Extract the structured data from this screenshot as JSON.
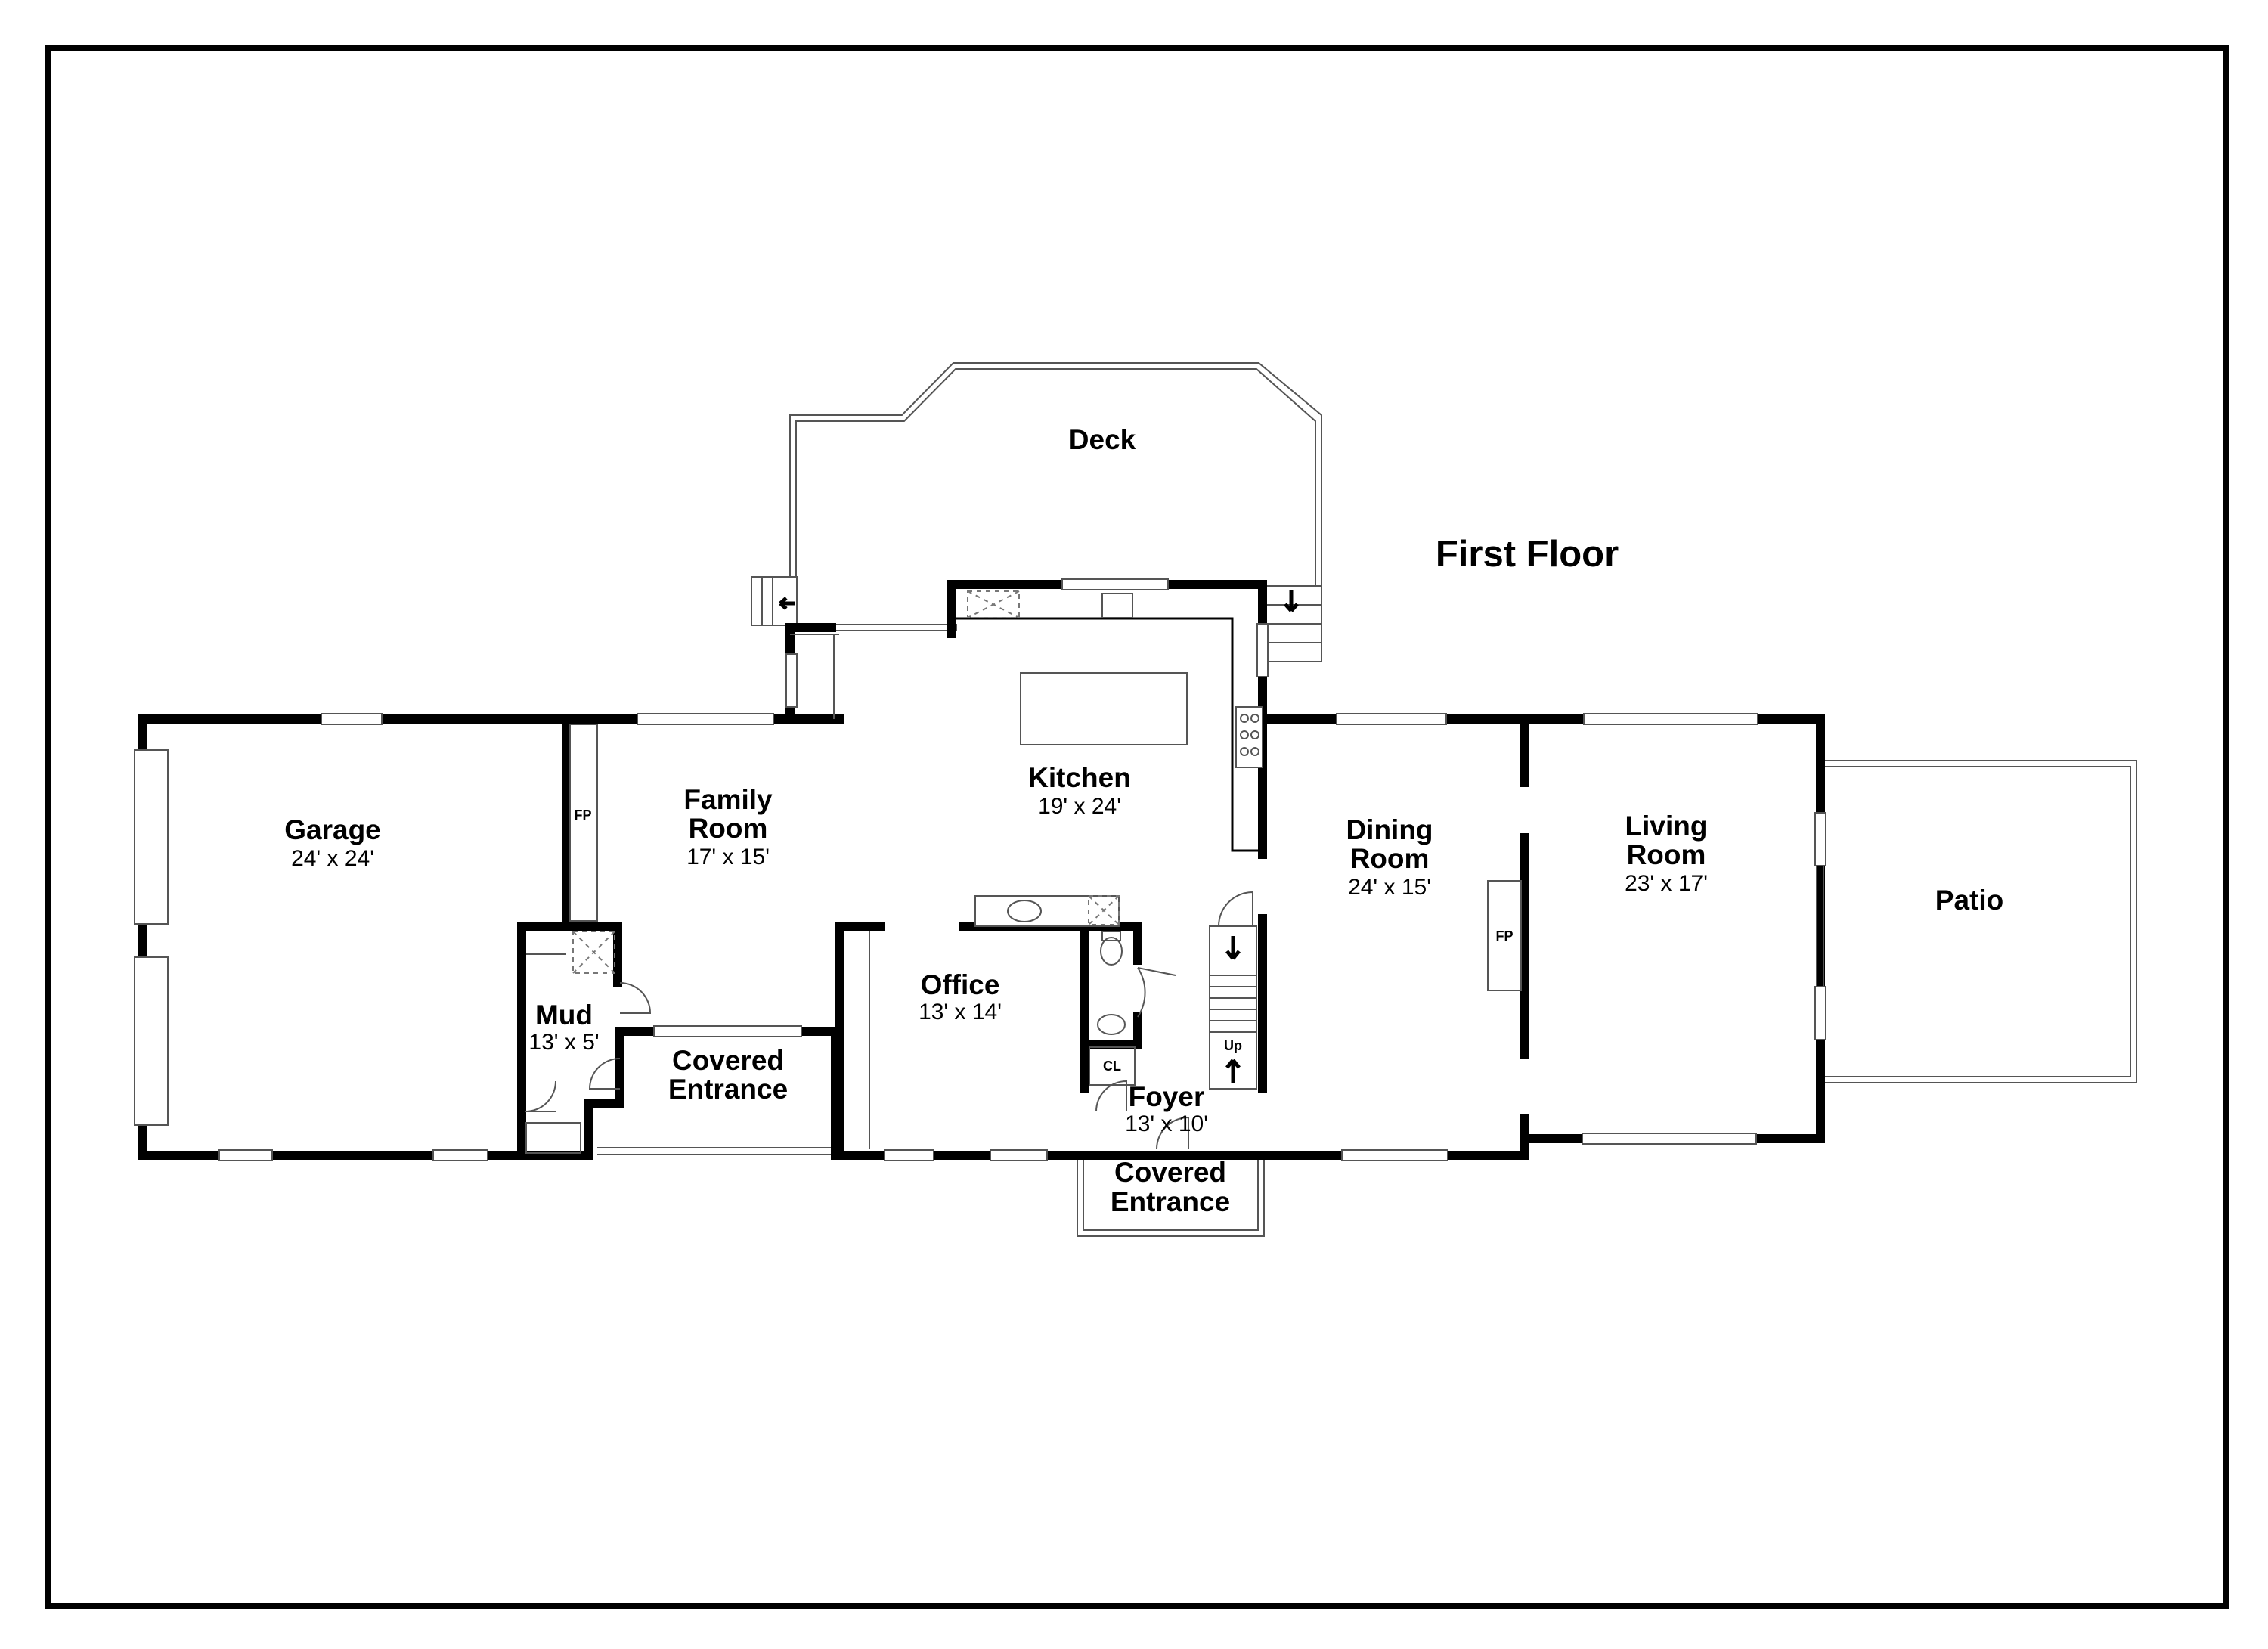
{
  "floor_title": "First Floor",
  "rooms": {
    "deck": {
      "name": "Deck"
    },
    "kitchen": {
      "name": "Kitchen",
      "size": "19' x 24'"
    },
    "garage": {
      "name": "Garage",
      "size": "24' x 24'"
    },
    "family_room": {
      "name_line1": "Family",
      "name_line2": "Room",
      "size": "17' x 15'"
    },
    "dining_room": {
      "name_line1": "Dining",
      "name_line2": "Room",
      "size": "24' x 15'"
    },
    "living_room": {
      "name_line1": "Living",
      "name_line2": "Room",
      "size": "23' x 17'"
    },
    "patio": {
      "name": "Patio"
    },
    "office": {
      "name": "Office",
      "size": "13' x 14'"
    },
    "mud": {
      "name": "Mud",
      "size": "13' x 5'"
    },
    "covered_entrance_west": {
      "name_line1": "Covered",
      "name_line2": "Entrance"
    },
    "foyer": {
      "name": "Foyer",
      "size": "13' x 10'"
    },
    "covered_entrance_front": {
      "name_line1": "Covered",
      "name_line2": "Entrance"
    }
  },
  "fixtures": {
    "fireplace_family": "FP",
    "fireplace_dining": "FP",
    "closet": "CL",
    "stairs_label": "Up"
  }
}
